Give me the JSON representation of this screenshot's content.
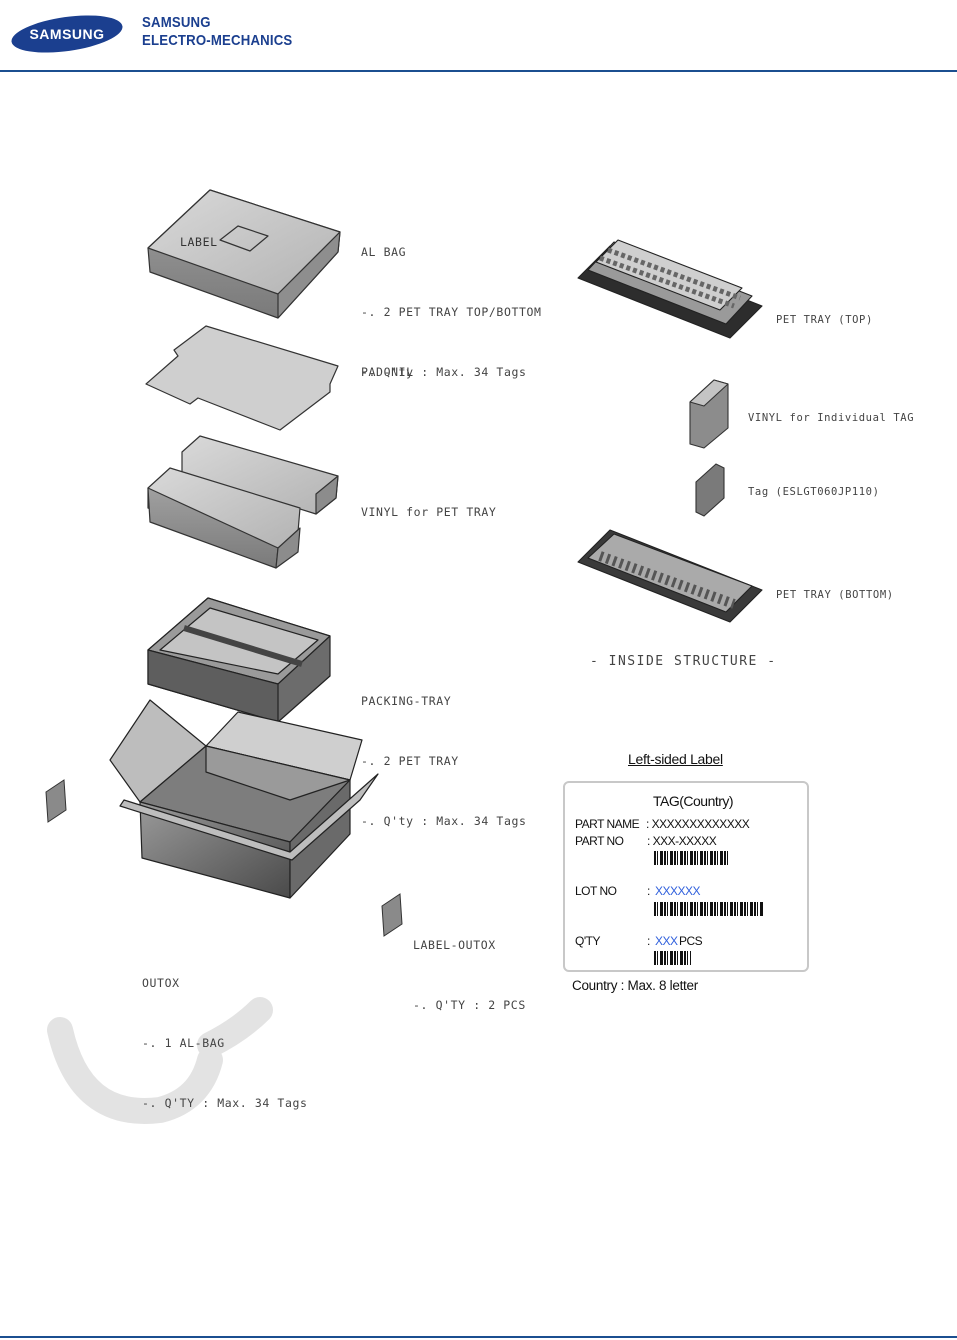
{
  "header": {
    "logo_text": "SAMSUNG",
    "company_line1": "SAMSUNG",
    "company_line2": "ELECTRO-MECHANICS",
    "brand_color": "#1b4f90"
  },
  "exploded_view": {
    "al_bag": {
      "box_label": "LABEL",
      "title": "AL BAG",
      "line1": "-. 2 PET TRAY TOP/BOTTOM",
      "line2": "-. Q'ty : Max. 34 Tags"
    },
    "pad": {
      "title": "PAD-NIL"
    },
    "vinyl": {
      "title": "VINYL for PET TRAY"
    },
    "packing_tray": {
      "title": "PACKING-TRAY",
      "line1": "-. 2 PET TRAY",
      "line2": "-. Q'ty : Max. 34 Tags"
    },
    "outbox": {
      "title": "OUTOX",
      "line1": "-. 1 AL-BAG",
      "line2": "-. Q'TY : Max. 34 Tags"
    },
    "label_outbox": {
      "title": "LABEL-OUTOX",
      "line1": "-. Q'TY : 2 PCS"
    }
  },
  "inside_structure": {
    "pet_tray_top": "PET TRAY (TOP)",
    "vinyl_tag": "VINYL for Individual TAG",
    "tag": "Tag (ESLGT060JP110)",
    "pet_tray_bottom": "PET TRAY (BOTTOM)",
    "caption": "- INSIDE STRUCTURE -"
  },
  "label_sample": {
    "heading": "Left-sided Label",
    "title": "TAG(Country)",
    "part_name_label": "PART NAME",
    "part_name_value": ": XXXXXXXXXXXXX",
    "part_no_label": "PART NO",
    "part_no_value": ": XXX-XXXXX",
    "lot_no_label": "LOT NO",
    "lot_no_colon": ":",
    "lot_no_value": "XXXXXX",
    "qty_label": "Q'TY",
    "qty_colon": ":",
    "qty_value": "XXX",
    "qty_unit": "PCS",
    "highlight_color": "#2f5fdc",
    "country_note": "Country :  Max. 8 letter"
  }
}
